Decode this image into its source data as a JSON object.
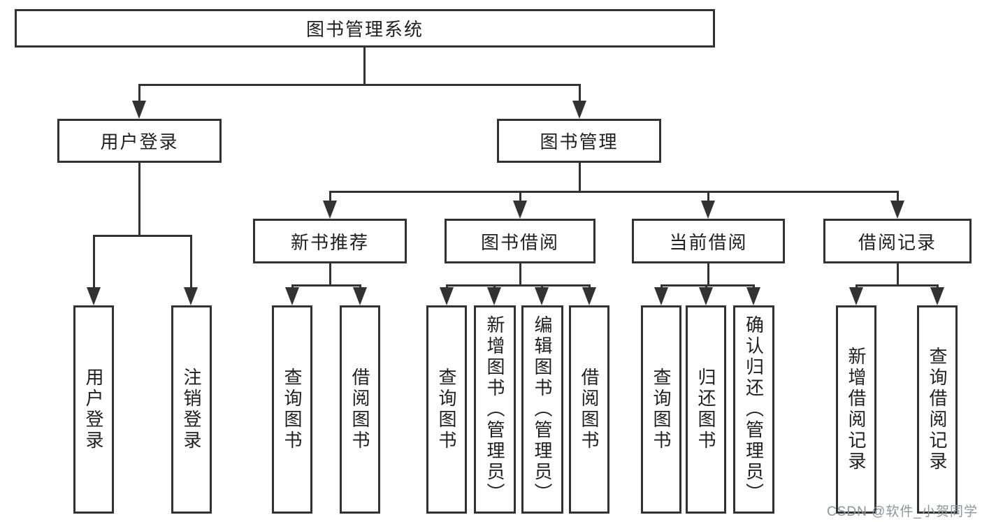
{
  "diagram": {
    "title": "图书管理系统",
    "root": {
      "label": "图书管理系统"
    },
    "level2": [
      {
        "label": "用户登录"
      },
      {
        "label": "图书管理"
      }
    ],
    "level3": [
      {
        "label": "新书推荐"
      },
      {
        "label": "图书借阅"
      },
      {
        "label": "当前借阅"
      },
      {
        "label": "借阅记录"
      }
    ],
    "leaves": {
      "login": [
        {
          "label": "用户登录"
        },
        {
          "label": "注销登录"
        }
      ],
      "recommend": [
        {
          "label": "查询图书"
        },
        {
          "label": "借阅图书"
        }
      ],
      "borrow": [
        {
          "label": "查询图书"
        },
        {
          "label": "新增图书（管理员）"
        },
        {
          "label": "编辑图书（管理员）"
        },
        {
          "label": "借阅图书"
        }
      ],
      "current": [
        {
          "label": "查询图书"
        },
        {
          "label": "归还图书"
        },
        {
          "label": "确认归还（管理员）"
        }
      ],
      "records": [
        {
          "label": "新增借阅记录"
        },
        {
          "label": "查询借阅记录"
        }
      ]
    },
    "watermark": "CSDN @软件_小贺同学",
    "colors": {
      "line": "#323232",
      "text": "#1f1f1f",
      "watermark": "#8e949c",
      "background": "#ffffff"
    }
  }
}
